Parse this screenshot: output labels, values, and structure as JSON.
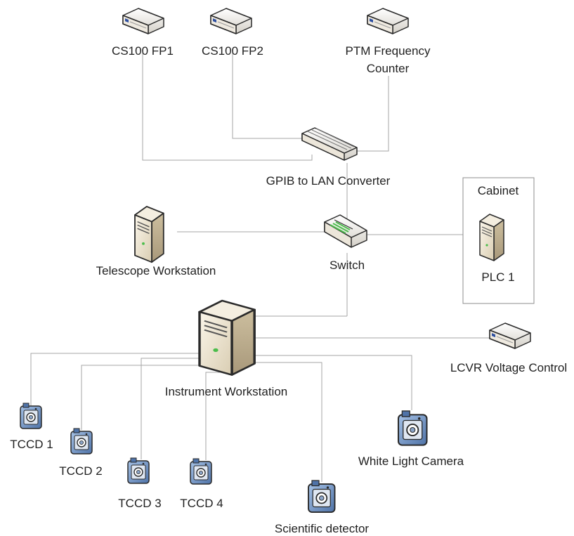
{
  "devices": {
    "cs100_fp1": "CS100 FP1",
    "cs100_fp2": "CS100 FP2",
    "ptm_counter_line1": "PTM Frequency",
    "ptm_counter_line2": "Counter",
    "gpib_converter": "GPIB to LAN Converter",
    "cabinet": "Cabinet",
    "plc1": "PLC 1",
    "telescope_ws": "Telescope Workstation",
    "switch": "Switch",
    "instrument_ws": "Instrument Workstation",
    "lcvr": "LCVR Voltage Control",
    "tccd1": "TCCD 1",
    "tccd2": "TCCD 2",
    "tccd3": "TCCD 3",
    "tccd4": "TCCD 4",
    "white_light_camera": "White Light Camera",
    "scientific_detector": "Scientific detector"
  },
  "icons": {
    "rack_device": "rack-device-icon",
    "network_converter": "converter-icon",
    "network_switch": "switch-icon",
    "server_tower": "server-icon",
    "camera": "camera-icon"
  },
  "colors": {
    "wire": "#a6a6a6",
    "device_body": "#e8e2d6",
    "device_outline": "#2a2a2a",
    "switch_accent": "#4bbd4b",
    "camera_body": "#6d8fbf"
  }
}
